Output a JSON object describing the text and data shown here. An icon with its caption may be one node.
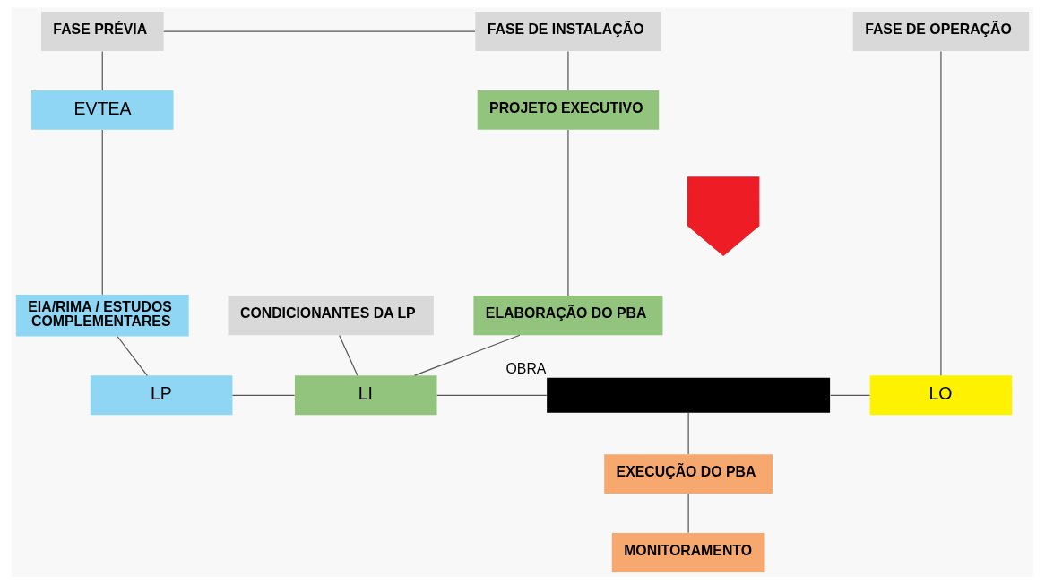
{
  "diagram": {
    "nodes": [
      {
        "text": [
          "FASE PRÉVIA"
        ]
      },
      {
        "text": [
          "FASE DE INSTALAÇÃO"
        ]
      },
      {
        "text": [
          "FASE DE OPERAÇÃO"
        ]
      },
      {
        "text": [
          "EVTEA"
        ]
      },
      {
        "text": [
          "PROJETO EXECUTIVO"
        ]
      },
      {
        "text": [
          "EIA/RIMA / ESTUDOS COMPLEMENTARES"
        ]
      },
      {
        "text": [
          "CONDICIONANTES DA LP"
        ]
      },
      {
        "text": [
          "ELABORAÇÃO DO PBA"
        ]
      },
      {
        "text": [],
        "shape": "arrow"
      },
      {
        "text": [
          "LP"
        ]
      },
      {
        "text": [
          "LI"
        ]
      },
      {
        "text": [],
        "shape": "bar",
        "beside": [
          "OBRA"
        ]
      },
      {
        "text": [
          "LO"
        ]
      },
      {
        "text": [
          "EXECUÇÃO DO PBA"
        ]
      },
      {
        "text": [
          "MONITORAMENTO"
        ]
      }
    ],
    "edges": [
      {
        "from": 0,
        "to": 1,
        "arrow": "none"
      },
      {
        "from": 0,
        "to": 3,
        "arrow": "none"
      },
      {
        "from": 3,
        "to": 5,
        "arrow": "none"
      },
      {
        "from": 5,
        "to": 9,
        "arrow": "none"
      },
      {
        "from": 1,
        "to": 4,
        "arrow": "none"
      },
      {
        "from": 4,
        "to": 7,
        "arrow": "none"
      },
      {
        "from": 7,
        "to": 10,
        "arrow": "none"
      },
      {
        "from": 9,
        "to": 10,
        "arrow": "none"
      },
      {
        "from": 6,
        "to": 10,
        "arrow": "none"
      },
      {
        "from": 10,
        "to": 11,
        "arrow": "none"
      },
      {
        "from": 11,
        "to": 12,
        "arrow": "none"
      },
      {
        "from": 2,
        "to": 12,
        "arrow": "none"
      },
      {
        "from": 11,
        "to": 13,
        "arrow": "none"
      },
      {
        "from": 13,
        "to": 14,
        "arrow": "none"
      }
    ]
  }
}
